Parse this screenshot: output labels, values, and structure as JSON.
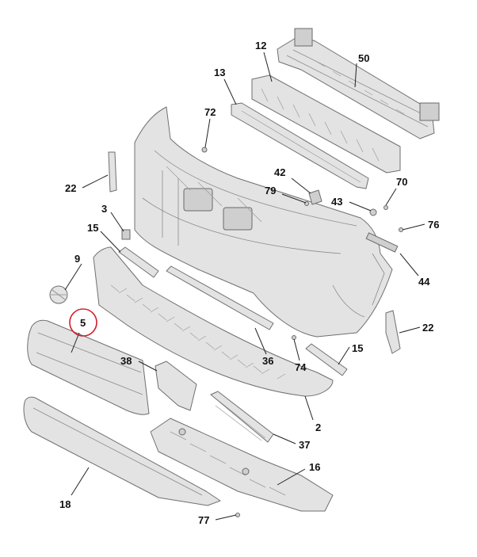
{
  "diagram": {
    "highlight_color": "#d21f2a",
    "highlighted_part": "5",
    "callouts": {
      "c12": "12",
      "c50": "50",
      "c13": "13",
      "c72": "72",
      "c42": "42",
      "c79": "79",
      "c70": "70",
      "c43": "43",
      "c22a": "22",
      "c3": "3",
      "c15a": "15",
      "c76": "76",
      "c9": "9",
      "c44": "44",
      "c5": "5",
      "c22b": "22",
      "c36": "36",
      "c74": "74",
      "c15b": "15",
      "c38": "38",
      "c2": "2",
      "c37": "37",
      "c16": "16",
      "c18": "18",
      "c77": "77"
    }
  }
}
